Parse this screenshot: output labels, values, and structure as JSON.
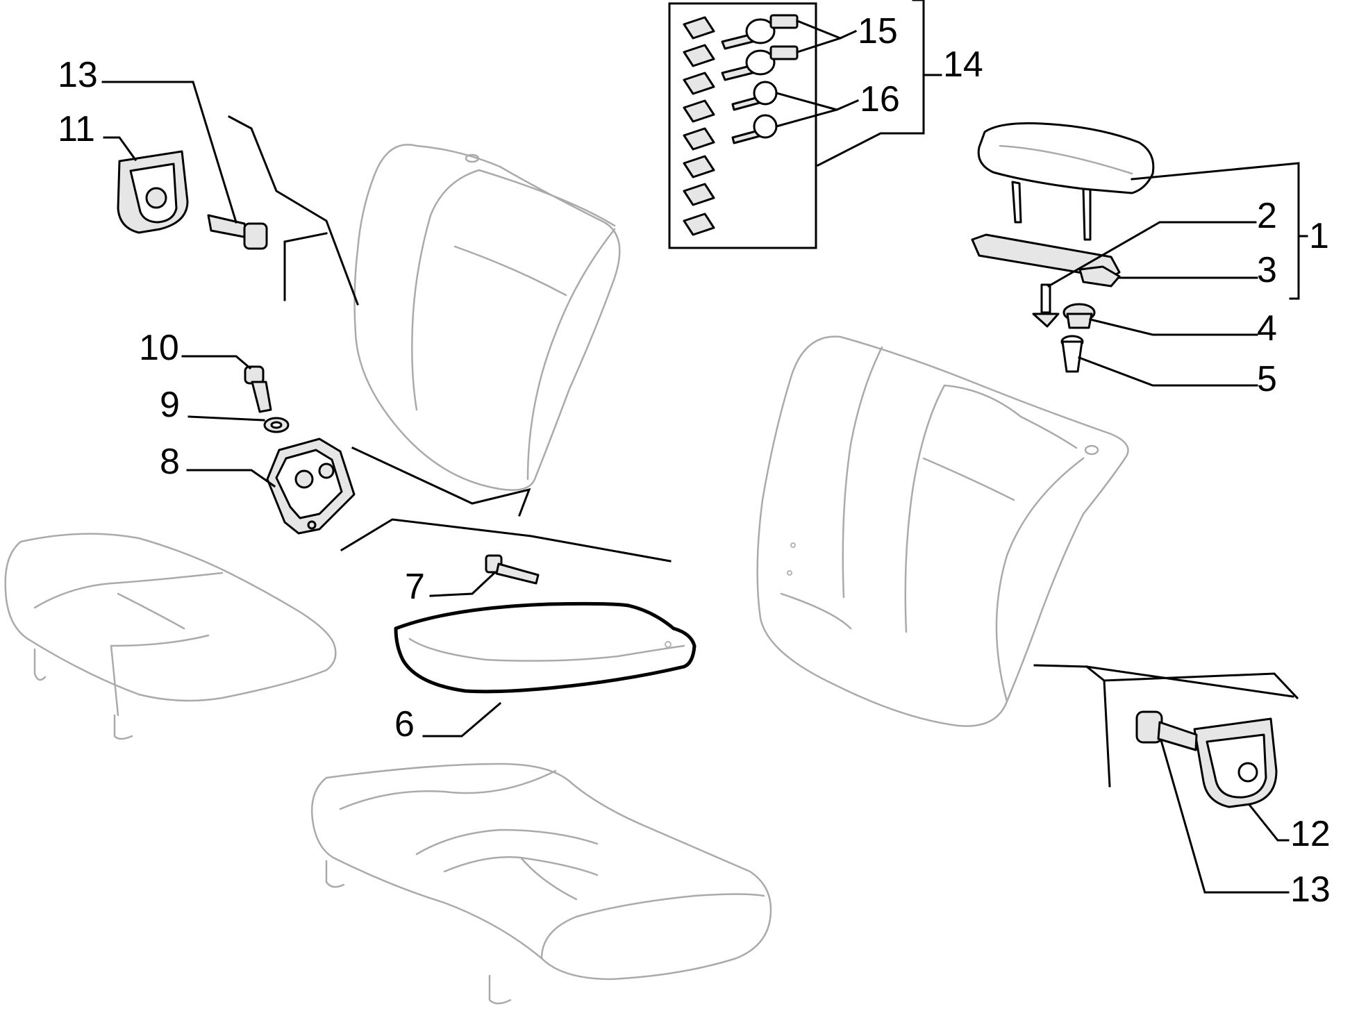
{
  "callouts": {
    "c1": "1",
    "c2": "2",
    "c3": "3",
    "c4": "4",
    "c5": "5",
    "c6": "6",
    "c7": "7",
    "c8": "8",
    "c9": "9",
    "c10": "10",
    "c11": "11",
    "c12": "12",
    "c13_top": "13",
    "c13_bottom": "13",
    "c14": "14",
    "c15": "15",
    "c16": "16"
  },
  "colors": {
    "line": "#000000",
    "ghost": "#aaaaaa",
    "part_fill": "#e6e6e6",
    "background": "#ffffff"
  }
}
